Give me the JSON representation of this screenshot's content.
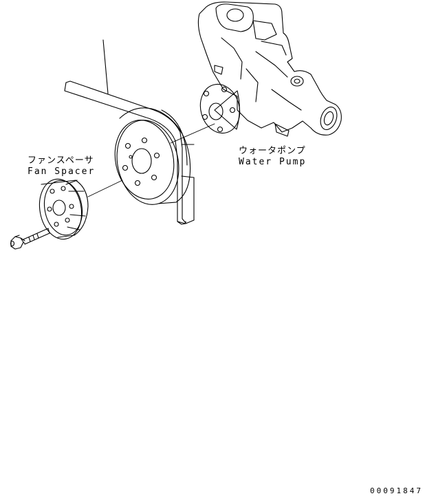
{
  "labels": {
    "fan_spacer": {
      "jp": "ファンスペーサ",
      "en": "Fan Spacer"
    },
    "water_pump": {
      "jp": "ウォータポンプ",
      "en": "Water Pump"
    }
  },
  "doc_number": "00091847",
  "colors": {
    "line": "#000000",
    "background": "#ffffff"
  }
}
